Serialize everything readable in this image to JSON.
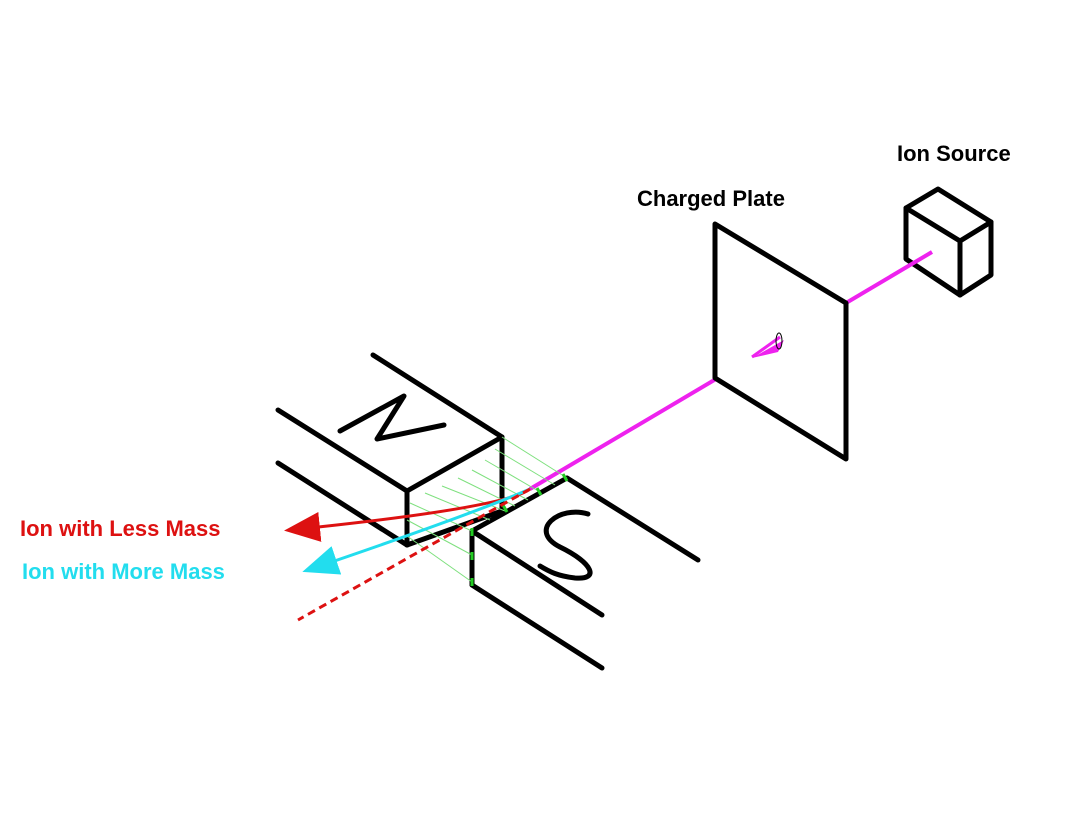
{
  "labels": {
    "ion_source": "Ion Source",
    "charged_plate": "Charged Plate",
    "less_mass": "Ion with Less Mass",
    "more_mass": "Ion with More Mass",
    "north_pole": "N",
    "south_pole": "S"
  },
  "colors": {
    "outline": "#000000",
    "ion_beam": "#ee22ee",
    "less_mass": "#dd1111",
    "more_mass": "#22ddee",
    "field_lines": "#7ee07e",
    "straight_path": "#dd1111"
  }
}
